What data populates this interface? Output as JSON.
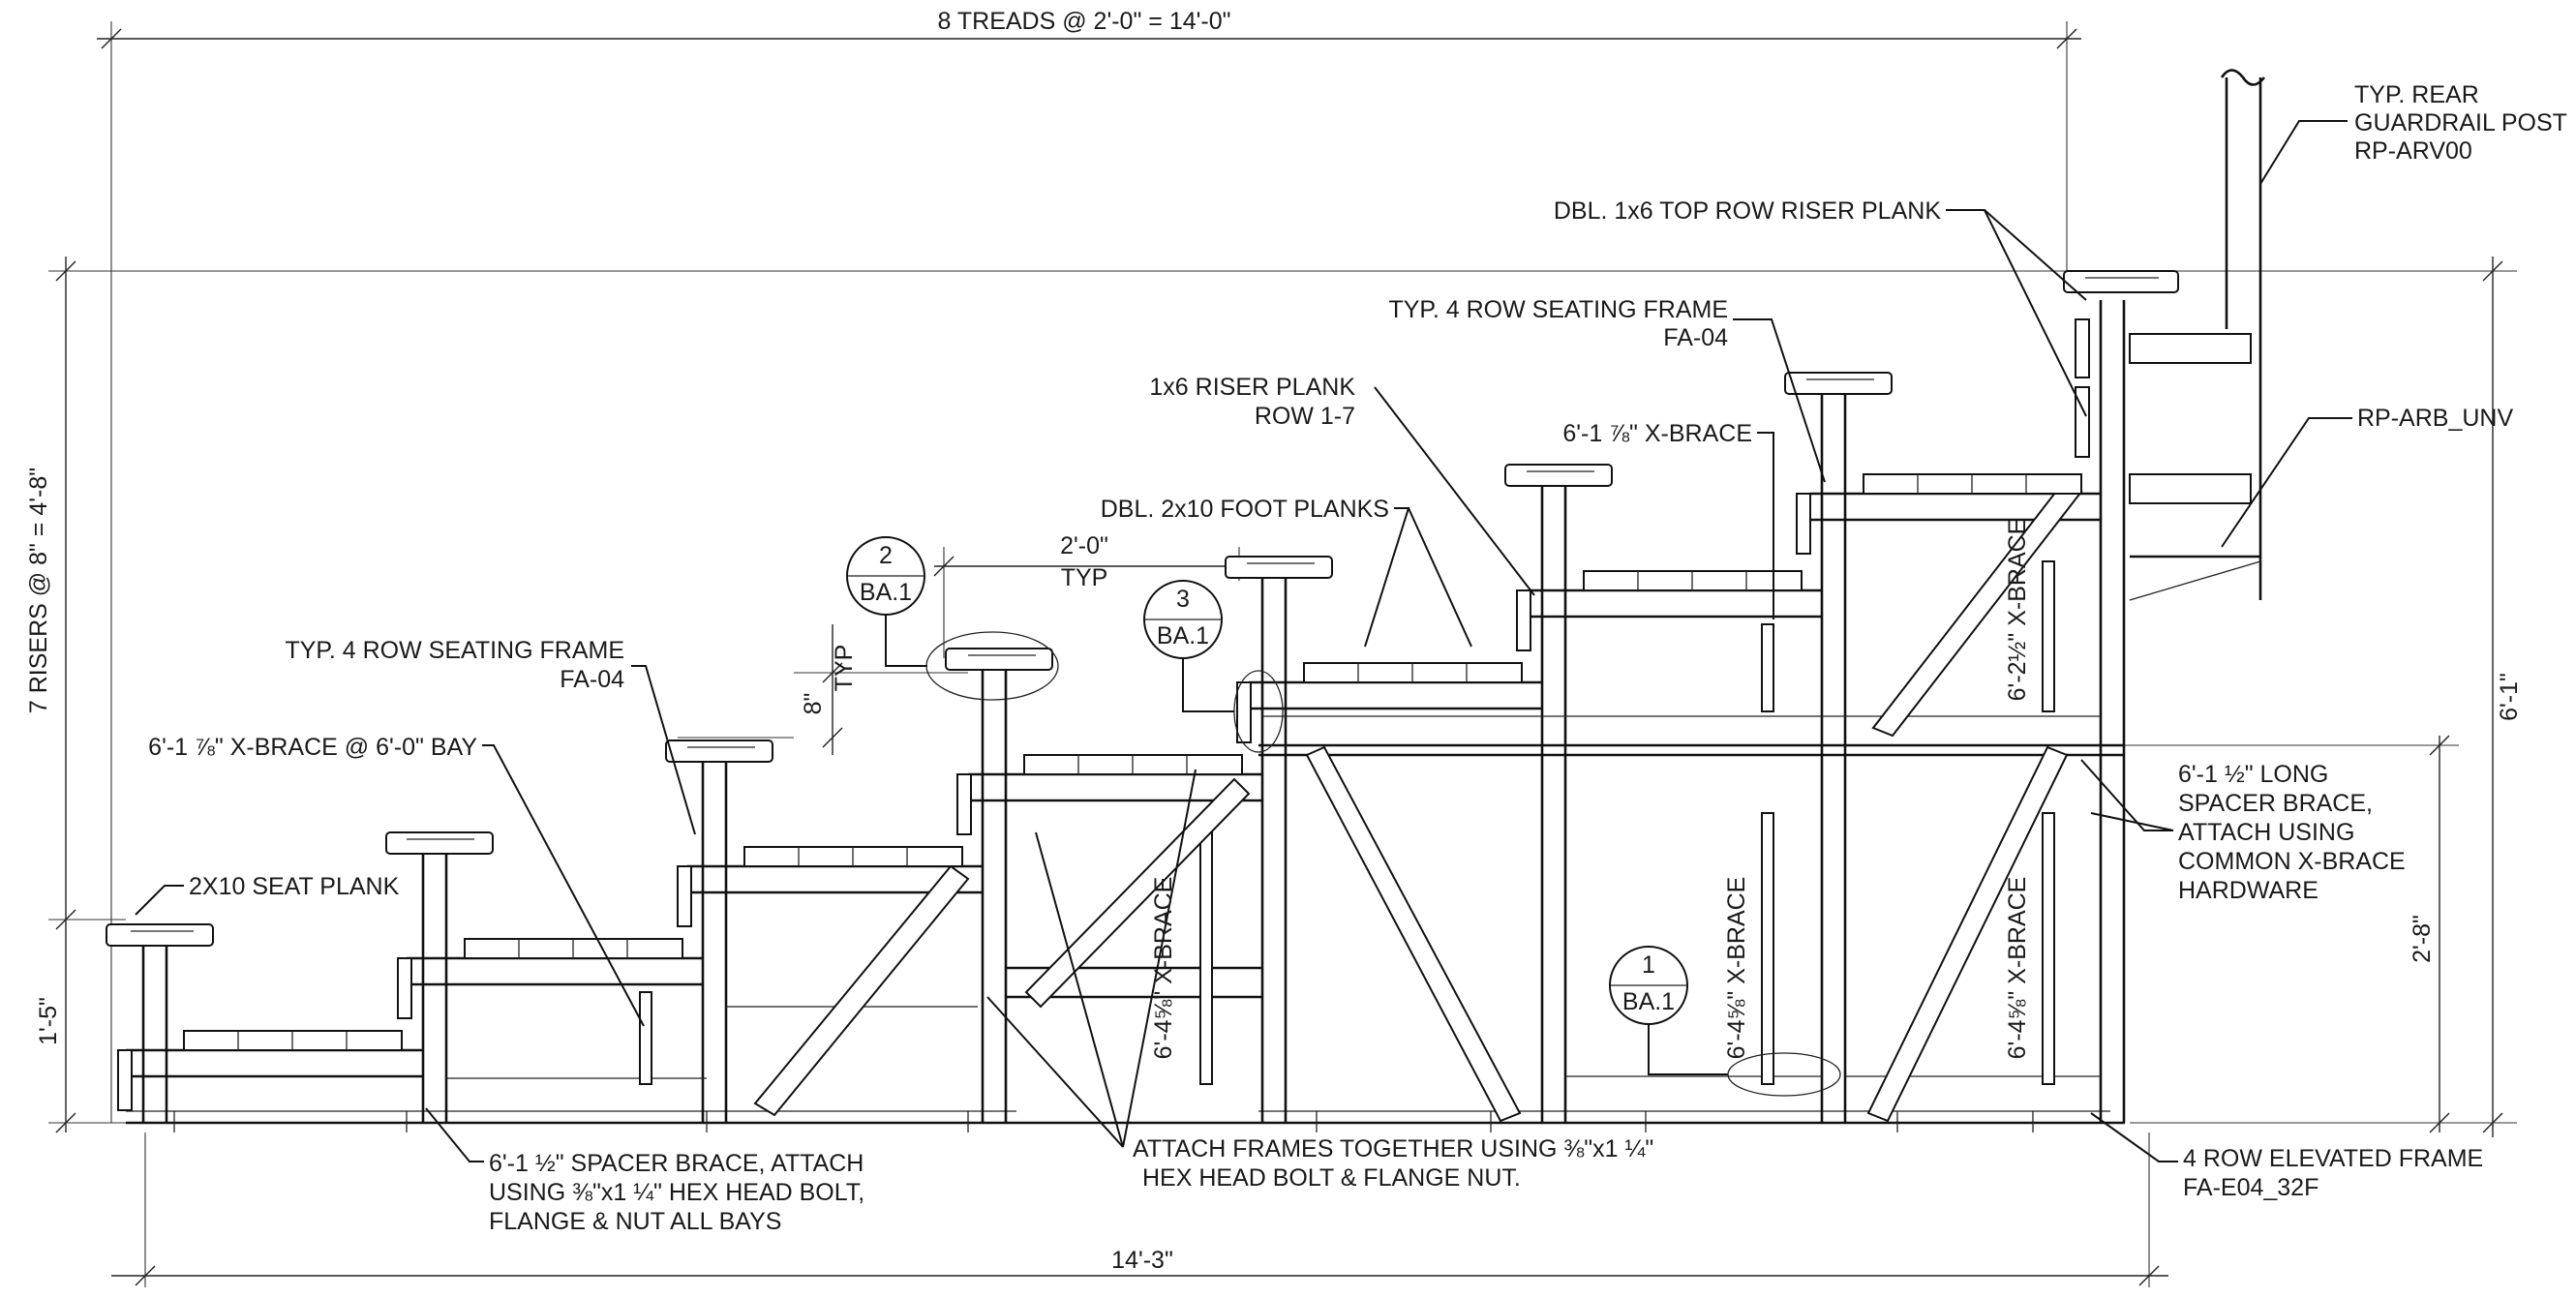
{
  "dimensions": {
    "top_treads": "8 TREADS @ 2'-0\" = 14'-0\"",
    "risers_vertical": "7 RISERS @ 8\" = 4'-8\"",
    "left_height": "1'-5\"",
    "overall_height": "6'-1\"",
    "frame_height": "2'-8\"",
    "bottom_length": "14'-3\"",
    "tread_depth": "2'-0\"",
    "tread_typ": "TYP",
    "riser_height": "8\"",
    "riser_typ": "TYP"
  },
  "callouts": {
    "rear_post": [
      "TYP. REAR",
      "GUARDRAIL POST",
      "RP-ARV00"
    ],
    "top_riser": "DBL. 1x6 TOP ROW RISER PLANK",
    "seating_frame_upper": [
      "TYP. 4 ROW SEATING FRAME",
      "FA-04"
    ],
    "riser_plank": [
      "1x6 RISER PLANK",
      "ROW 1-7"
    ],
    "xbrace_upper": "6'-1 ⅞\" X-BRACE",
    "rp_arb": "RP-ARB_UNV",
    "foot_planks": "DBL. 2x10 FOOT PLANKS",
    "seating_frame_lower": [
      "TYP. 4 ROW SEATING FRAME",
      "FA-04"
    ],
    "xbrace_bay": "6'-1 ⅞\" X-BRACE @ 6'-0\" BAY",
    "seat_plank": "2X10 SEAT PLANK",
    "spacer_brace_long": [
      "6'-1 ½\" LONG",
      "SPACER BRACE,",
      "ATTACH USING",
      "COMMON X-BRACE",
      "HARDWARE"
    ],
    "spacer_brace_bottom": [
      "6'-1 ½\" SPACER BRACE, ATTACH",
      "USING ⅜\"x1 ¼\" HEX HEAD BOLT,",
      "FLANGE & NUT ALL BAYS"
    ],
    "attach_frames": [
      "ATTACH FRAMES TOGETHER USING ⅜\"x1 ¼\"",
      "HEX HEAD BOLT & FLANGE NUT."
    ],
    "elevated_frame": [
      "4 ROW ELEVATED FRAME",
      "FA-E04_32F"
    ]
  },
  "brace_labels": {
    "left_lower": "6'-4⅝\" X-BRACE",
    "right_upper": "6'-2½\" X-BRACE",
    "middle_lower": "6'-4⅝\" X-BRACE",
    "right_lower": "6'-4⅝\" X-BRACE"
  },
  "detail_bubbles": [
    {
      "number": "2",
      "sheet": "BA.1"
    },
    {
      "number": "3",
      "sheet": "BA.1"
    },
    {
      "number": "1",
      "sheet": "BA.1"
    }
  ]
}
